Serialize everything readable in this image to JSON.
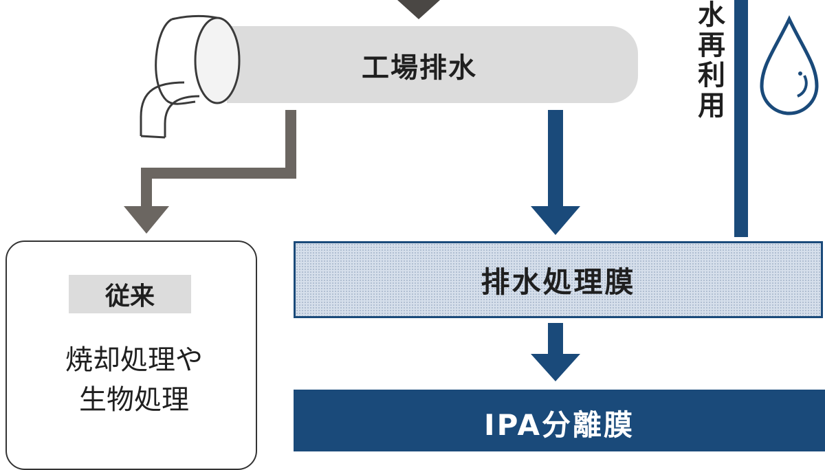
{
  "diagram": {
    "factory_wastewater": "工場排水",
    "conventional_tag": "従来",
    "conventional_line1": "焼却処理や",
    "conventional_line2": "生物処理",
    "membrane_label": "排水処理膜",
    "ipa_membrane_label": "IPA分離膜",
    "water_reuse_label": "水再利用"
  },
  "colors": {
    "navy": "#1a4a7a",
    "gray": "#6b6661",
    "pipe_gray": "#dcdcdc"
  }
}
